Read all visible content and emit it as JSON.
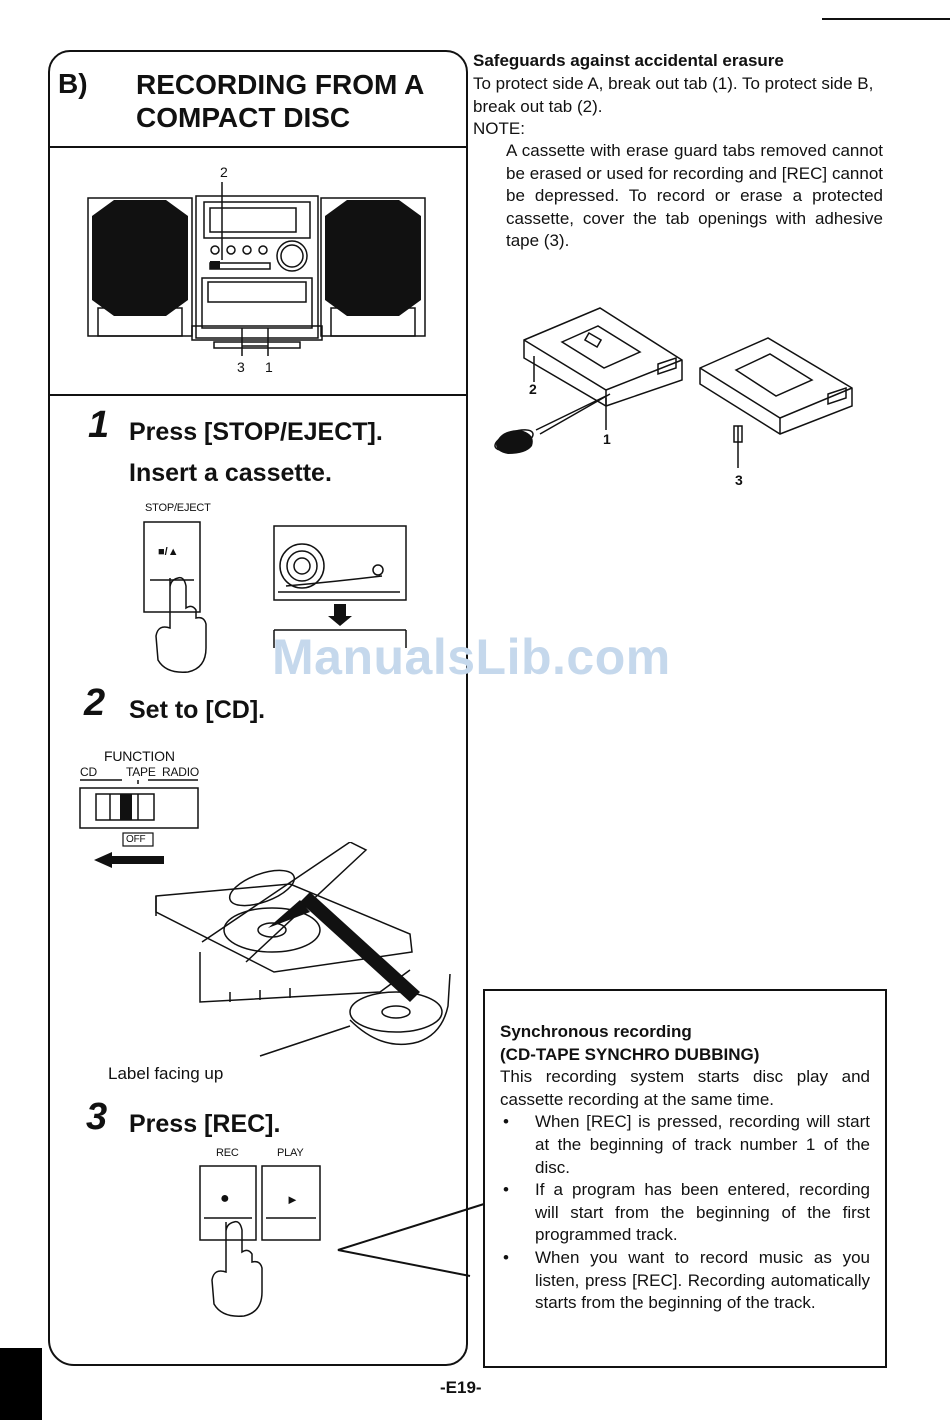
{
  "section": {
    "letter": "B)",
    "title": "RECORDING FROM A COMPACT DISC"
  },
  "stereo_callouts": {
    "top": "2",
    "bottom_left": "3",
    "bottom_right": "1"
  },
  "steps": [
    {
      "num": "1",
      "line1": "Press [STOP/EJECT].",
      "line2": "Insert a cassette.",
      "button_label": "STOP/EJECT",
      "button_symbol": "■/▲"
    },
    {
      "num": "2",
      "line1": "Set to [CD].",
      "function_label": "FUNCTION",
      "opt_cd": "CD",
      "opt_tape": "TAPE",
      "opt_radio": "RADIO",
      "off_label": "OFF",
      "label_facing": "Label facing up"
    },
    {
      "num": "3",
      "line1": "Press [REC].",
      "rec_label": "REC",
      "play_label": "PLAY",
      "rec_symbol": "●",
      "play_symbol": "►"
    }
  ],
  "safeguards": {
    "title": "Safeguards against accidental erasure",
    "body": "To protect side A, break out tab (1). To protect side B, break out tab (2).",
    "note_label": "NOTE:",
    "note_body": "A cassette with erase guard tabs removed cannot be erased or used for recording and [REC] cannot be depressed. To record or erase a protected cassette, cover the tab openings with adhesive tape (3).",
    "callouts": {
      "one": "1",
      "two": "2",
      "three": "3"
    }
  },
  "sync": {
    "title1": "Synchronous recording",
    "title2": "(CD-TAPE SYNCHRO DUBBING)",
    "intro": "This recording system starts disc play and cassette recording at the same time.",
    "bullets": [
      "When [REC] is pressed, recording will start at the beginning of track number 1 of the disc.",
      "If a program has been entered, recording will start from the beginning of the first programmed track.",
      "When you want to record music as you listen, press [REC]. Recording automatically starts from the beginning of the track."
    ]
  },
  "watermark": "ManualsLib.com",
  "page_number": "-E19-"
}
